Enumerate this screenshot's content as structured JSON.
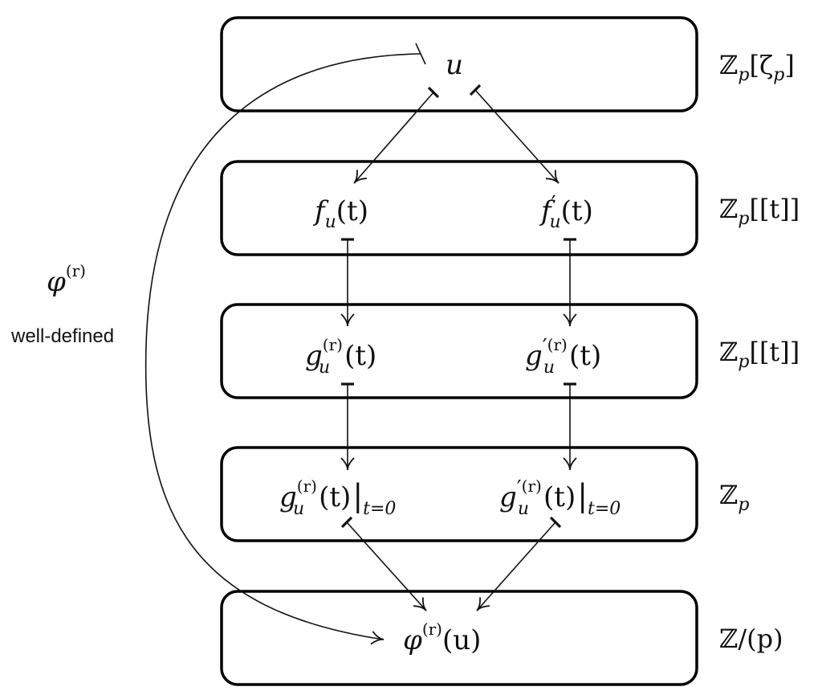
{
  "rows": [
    {
      "ring_label": "ℤp[ζp]",
      "ring_base": "ℤ",
      "ring_sub": "p",
      "ring_tail": "[ζ",
      "ring_tail_sub": "p",
      "ring_close": "]"
    },
    {
      "ring_label": "ℤp[[t]]",
      "ring_base": "ℤ",
      "ring_sub": "p",
      "ring_tail": "[[t]]"
    },
    {
      "ring_label": "ℤp[[t]]",
      "ring_base": "ℤ",
      "ring_sub": "p",
      "ring_tail": "[[t]]"
    },
    {
      "ring_label": "ℤp",
      "ring_base": "ℤ",
      "ring_sub": "p",
      "ring_tail": ""
    },
    {
      "ring_label": "ℤ/(p)",
      "ring_base": "ℤ/(p)",
      "ring_sub": "",
      "ring_tail": ""
    }
  ],
  "nodes": {
    "u": "u",
    "f_u": {
      "base": "f",
      "sub": "u",
      "tail": "(t)"
    },
    "f_u_prime": {
      "base": "f",
      "prime": "′",
      "sub": "u",
      "tail": "(t)"
    },
    "g_u": {
      "base": "g",
      "sup": "(r)",
      "sub": "u",
      "tail": "(t)"
    },
    "g_u_prime": {
      "base": "g",
      "prime": "′",
      "sup": "(r)",
      "sub": "u",
      "tail": "(t)"
    },
    "g_u_eval": {
      "base": "g",
      "sup": "(r)",
      "sub": "u",
      "tail": "(t)",
      "bar": "|",
      "eval_sub": "t=0"
    },
    "g_u_prime_eval": {
      "base": "g",
      "prime": "′",
      "sup": "(r)",
      "sub": "u",
      "tail": "(t)",
      "bar": "|",
      "eval_sub": "t=0"
    },
    "phi_u": {
      "base": "φ",
      "sup": "(r)",
      "tail": "(u)"
    }
  },
  "side_label": {
    "symbol": "φ",
    "sup": "(r)",
    "caption": "well-defined"
  }
}
